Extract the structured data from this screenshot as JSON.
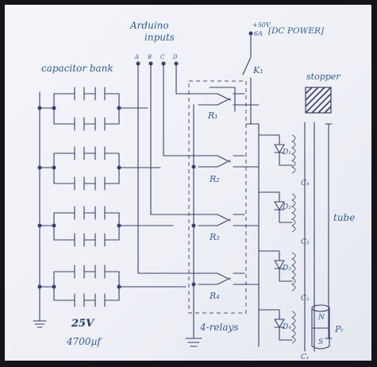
{
  "labels": {
    "arduino_line1": "Arduino",
    "arduino_line2": "inputs",
    "power_volts": "+50V",
    "power_amps": "6A",
    "power_label": "[DC POWER]",
    "k1": "K₁",
    "stopper": "stopper",
    "capacitor_bank": "capacitor bank",
    "input_a": "A",
    "input_b": "B",
    "input_c": "C",
    "input_d": "D",
    "relays": [
      "R₁",
      "R₂",
      "R₃",
      "R₄"
    ],
    "diodes": [
      "D₁",
      "D₂",
      "D₃",
      "D₄"
    ],
    "coils": [
      "C₄",
      "C₃",
      "C₂",
      "C₁"
    ],
    "tube": "tube",
    "four_relays": "4-relays",
    "voltage": "25V",
    "capacitance": "4700µf",
    "magnet_n": "N",
    "magnet_s": "S",
    "projectile": "Pᵣ"
  },
  "colors": {
    "ink": "#3a3f6e",
    "text": "#2f5d9a",
    "paper": "#eef0f6",
    "border": "#14151b"
  }
}
